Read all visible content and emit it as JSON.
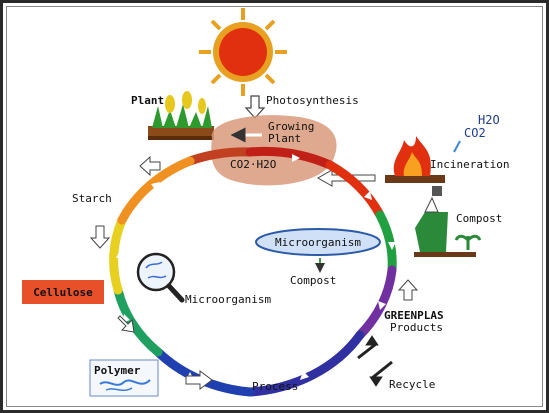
{
  "labels": {
    "photosynthesis": "Photosynthesis",
    "plant": "Plant",
    "growing_plant_1": "Growing",
    "growing_plant_2": "Plant",
    "co2_h2o": "CO2·H2O",
    "h2o": "H2O",
    "co2": "CO2",
    "incineration": "Incineration",
    "starch": "Starch",
    "compost_right": "Compost",
    "microorganism_oval": "Microorganism",
    "compost_center": "Compost",
    "cellulose": "Cellulose",
    "microorganism_left": "Microorganism",
    "greenplas_1": "GREENPLAS",
    "greenplas_2": "Products",
    "polymer": "Polymer",
    "process": "Process",
    "recycle": "Recycle"
  },
  "colors": {
    "sun": "#e8a020",
    "sun_core": "#e03010",
    "cellulose_box": "#e8502a",
    "growing_plant_blob": "#d89a7a",
    "oval_fill": "#cfe0f7",
    "oval_border": "#2a5aa8"
  }
}
